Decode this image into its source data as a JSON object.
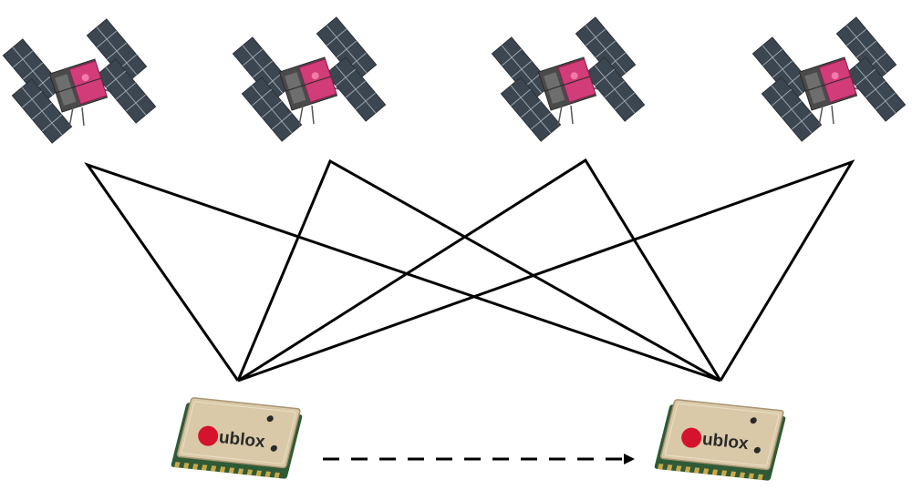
{
  "receivers": [
    {
      "brand": "ublox"
    },
    {
      "brand": "ublox"
    }
  ],
  "colors": {
    "link_line": "#000000",
    "panel": "#3c4650",
    "panel_grid": "#9aa4ad",
    "satellite_body": "#d23c78",
    "satellite_frame": "#4a4a4a",
    "module_shield": "#d9c9a8",
    "module_pcb": "#2f5a36",
    "brand_red": "#d4142c"
  },
  "icons": [
    "satellite-icon",
    "gnss-receiver-module-icon",
    "dashed-arrow"
  ]
}
